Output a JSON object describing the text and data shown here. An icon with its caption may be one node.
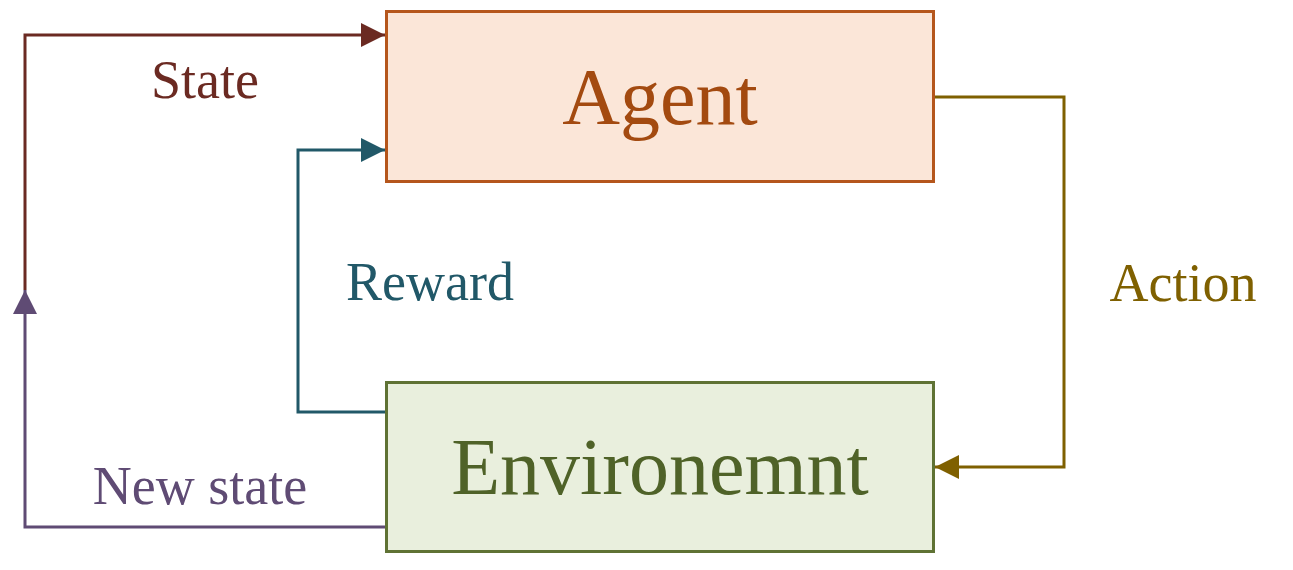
{
  "diagram": {
    "nodes": [
      {
        "text": [
          "Agent"
        ]
      },
      {
        "text": [
          "Environemnt"
        ]
      }
    ],
    "edges": [
      {
        "from": 0,
        "to": 1,
        "arrow": "to",
        "label": "Action",
        "color": "#7f6000"
      },
      {
        "from": 1,
        "to": 0,
        "arrow": "to",
        "label": "Reward",
        "color": "#215868"
      },
      {
        "from": 1,
        "to": null,
        "arrow": "to",
        "label": "New state",
        "color": "#5f4b74"
      },
      {
        "from": null,
        "to": 0,
        "arrow": "to",
        "label": "State",
        "color": "#6b2a22"
      }
    ]
  }
}
